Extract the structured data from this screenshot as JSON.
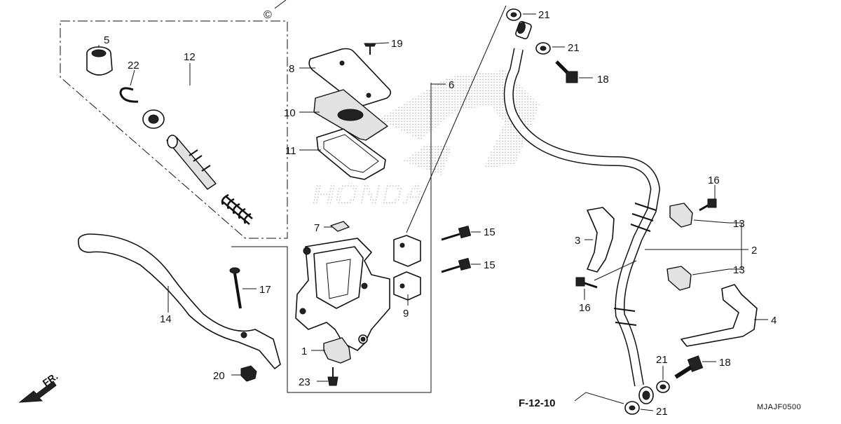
{
  "diagram": {
    "copyright_mark": "©",
    "watermark_brand": "HONDA",
    "reference_link": "F-12-10",
    "diagram_code": "MJAJF0500",
    "direction_label": "FR.",
    "callouts": [
      {
        "id": "c5",
        "text": "5"
      },
      {
        "id": "c22",
        "text": "22"
      },
      {
        "id": "c12",
        "text": "12"
      },
      {
        "id": "c19",
        "text": "19"
      },
      {
        "id": "c8",
        "text": "8"
      },
      {
        "id": "c6",
        "text": "6"
      },
      {
        "id": "c10",
        "text": "10"
      },
      {
        "id": "c11",
        "text": "11"
      },
      {
        "id": "c7",
        "text": "7"
      },
      {
        "id": "c15a",
        "text": "15"
      },
      {
        "id": "c15b",
        "text": "15"
      },
      {
        "id": "c9",
        "text": "9"
      },
      {
        "id": "c17",
        "text": "17"
      },
      {
        "id": "c14",
        "text": "14"
      },
      {
        "id": "c1",
        "text": "1"
      },
      {
        "id": "c20",
        "text": "20"
      },
      {
        "id": "c23",
        "text": "23"
      },
      {
        "id": "c21a",
        "text": "21"
      },
      {
        "id": "c21b",
        "text": "21"
      },
      {
        "id": "c18a",
        "text": "18"
      },
      {
        "id": "c16a",
        "text": "16"
      },
      {
        "id": "c13a",
        "text": "13"
      },
      {
        "id": "c3",
        "text": "3"
      },
      {
        "id": "c2",
        "text": "2"
      },
      {
        "id": "c13b",
        "text": "13"
      },
      {
        "id": "c16b",
        "text": "16"
      },
      {
        "id": "c4",
        "text": "4"
      },
      {
        "id": "c21c",
        "text": "21"
      },
      {
        "id": "c18b",
        "text": "18"
      },
      {
        "id": "c21d",
        "text": "21"
      }
    ]
  }
}
